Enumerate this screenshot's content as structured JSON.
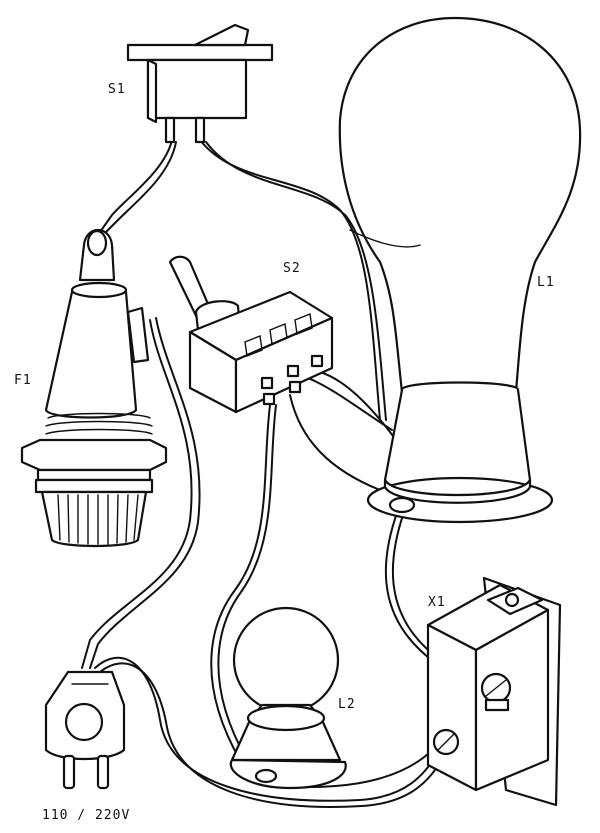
{
  "labels": {
    "s1": "S1",
    "s2": "S2",
    "l1": "L1",
    "f1": "F1",
    "x1": "X1",
    "l2": "L2",
    "voltage": "110 / 220V"
  },
  "icons": [
    "rocker-switch-icon",
    "toggle-switch-icon",
    "lamp-bulb-icon",
    "fuse-holder-icon",
    "power-plug-icon",
    "pilot-lamp-icon",
    "terminal-block-icon"
  ]
}
